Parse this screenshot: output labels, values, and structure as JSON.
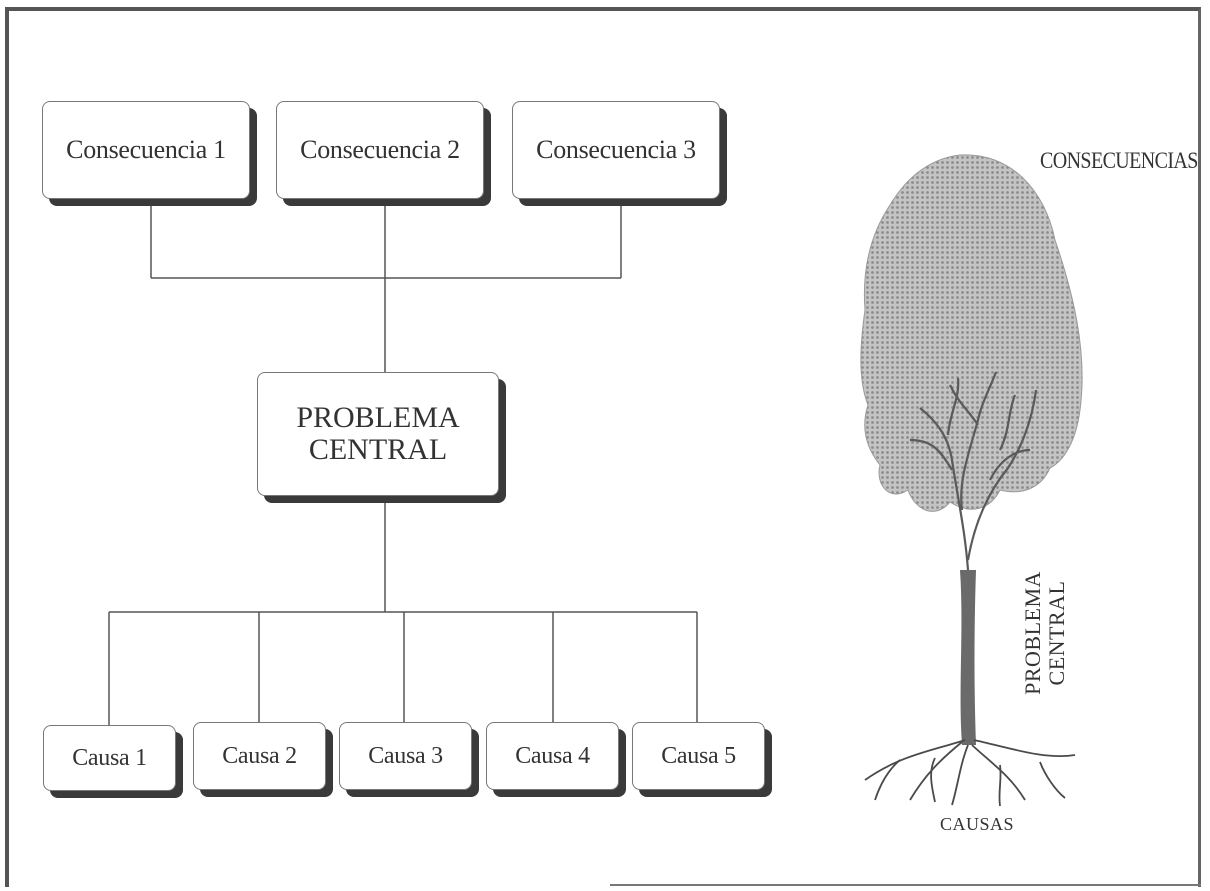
{
  "consequences": [
    "Consecuencia 1",
    "Consecuencia 2",
    "Consecuencia 3"
  ],
  "central_problem": {
    "line1": "PROBLEMA",
    "line2": "CENTRAL"
  },
  "causes": [
    "Causa 1",
    "Causa 2",
    "Causa 3",
    "Causa 4",
    "Causa 5"
  ],
  "tree": {
    "consequences_label": "CONSECUENCIAS",
    "central_line1": "PROBLEMA",
    "central_line2": "CENTRAL",
    "causes_label": "CAUSAS"
  },
  "colors": {
    "box_shadow": "#3a3a3a",
    "line": "#555555",
    "foliage": "#a9a9a9"
  },
  "icons": [
    "tree-illustration"
  ]
}
